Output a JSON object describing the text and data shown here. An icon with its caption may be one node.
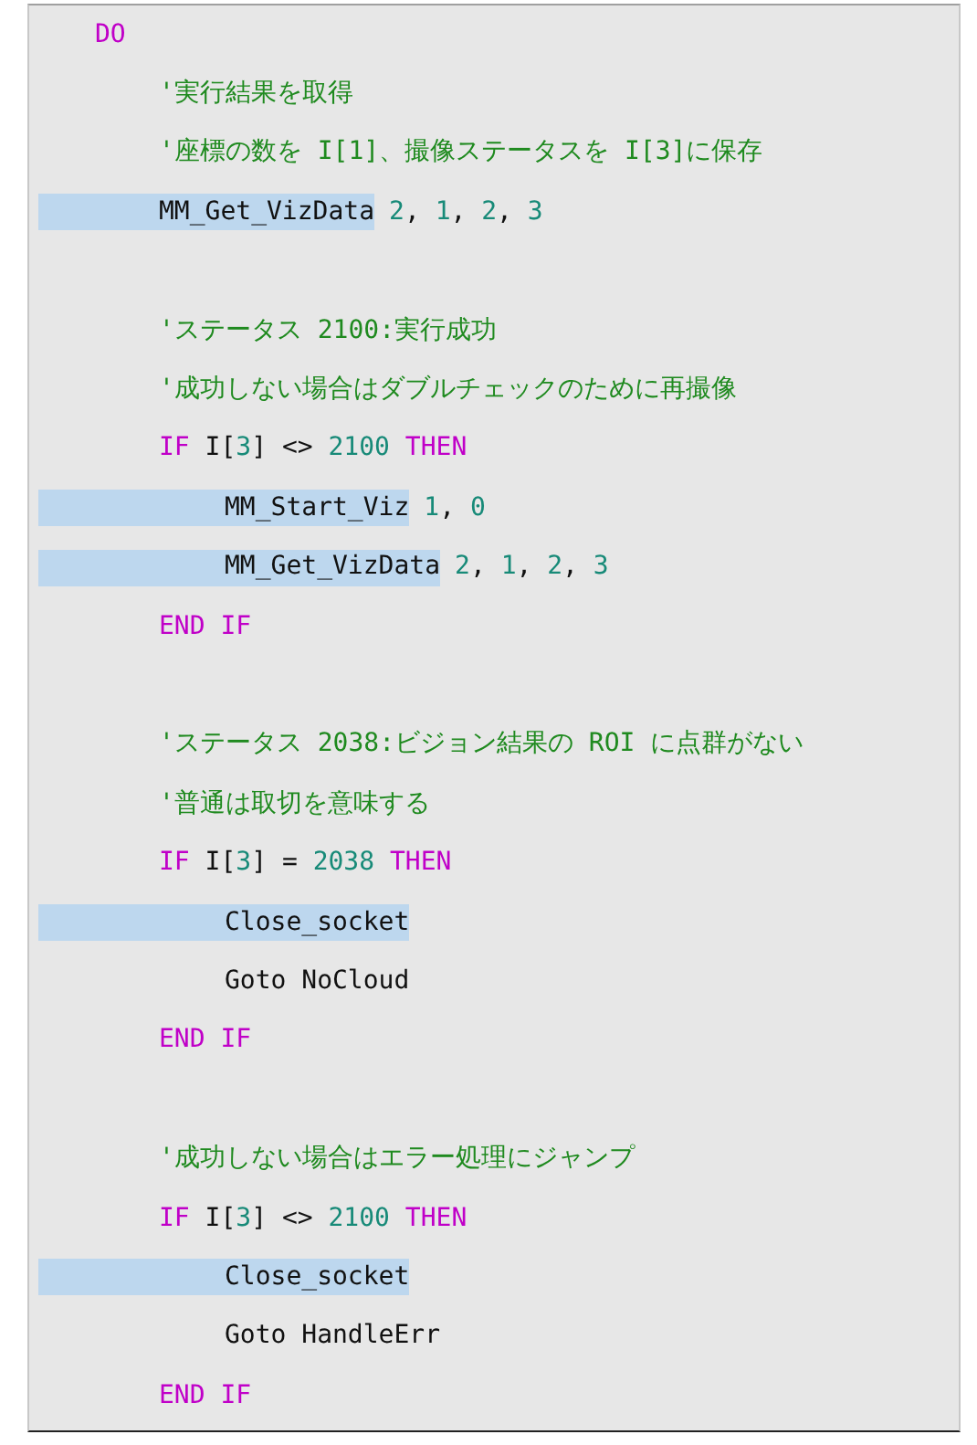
{
  "diagram": {
    "nodes": [
      {
        "text": [
          "DO",
          "'実行結果を取得",
          "'座標の数を I[1]、撮像ステータスを I[3]に保存",
          "'ステータス 2100:実行成功",
          "'成功しない場合はダブルチェックのために再撮像",
          "IF I[3] <> 2100 THEN",
          "END IF",
          "'ステータス 2038:ビジョン結果の ROI に点群がない",
          "'普通は取切を意味する",
          "IF I[3] = 2038 THEN",
          "Goto NoCloud",
          "END IF",
          "'成功しない場合はエラー処理にジャンプ",
          "IF I[3] <> 2100 THEN",
          "Goto HandleErr",
          "END IF"
        ]
      },
      {
        "text": [
          "MM_Get_VizData"
        ],
        "in": 0,
        "beside": [
          "2, 1, 2, 3"
        ]
      },
      {
        "text": [
          "MM_Start_Viz"
        ],
        "in": 0,
        "beside": [
          "1, 0"
        ]
      },
      {
        "text": [
          "MM_Get_VizData"
        ],
        "in": 0,
        "beside": [
          "2, 1, 2, 3"
        ]
      },
      {
        "text": [
          "Close_socket"
        ],
        "in": 0
      },
      {
        "text": [
          "Close_socket"
        ],
        "in": 0
      }
    ]
  }
}
